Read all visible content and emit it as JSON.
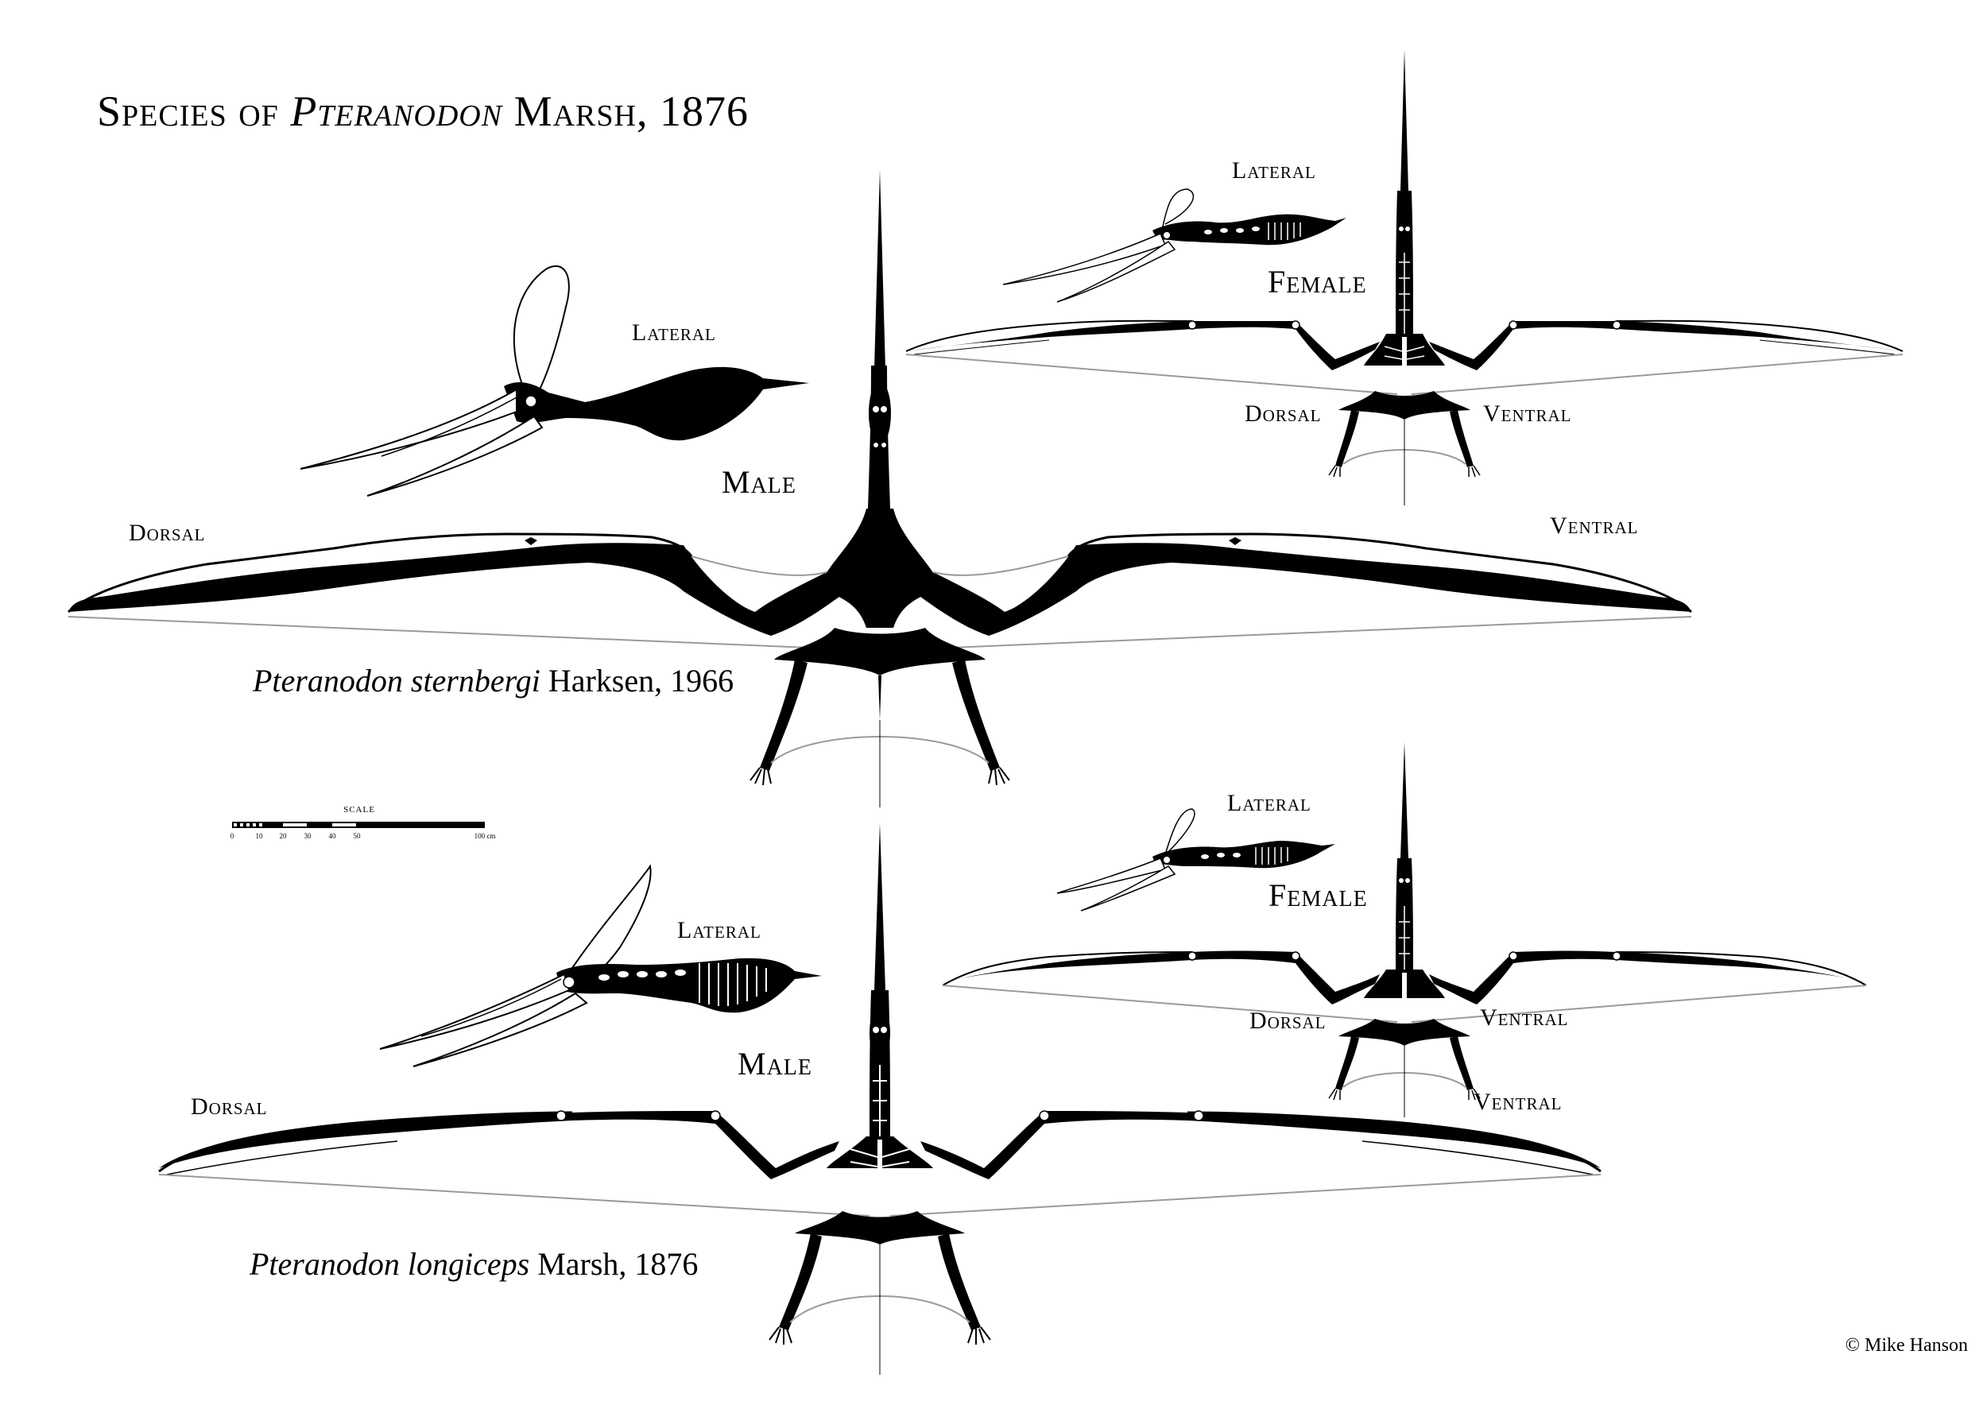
{
  "title": {
    "prefix": "Species of ",
    "genus": "Pteranodon",
    "suffix": " Marsh, 1876"
  },
  "panels": [
    {
      "species_genus": "Pteranodon",
      "species_epithet": "sternbergi",
      "species_author": " Harksen, 1966",
      "male": {
        "sex_label": "Male",
        "lateral_label": "Lateral",
        "dorsal_label": "Dorsal",
        "ventral_label": "Ventral"
      },
      "female": {
        "sex_label": "Female",
        "lateral_label": "Lateral",
        "dorsal_label": "Dorsal",
        "ventral_label": "Ventral"
      }
    },
    {
      "species_genus": "Pteranodon",
      "species_epithet": "longiceps",
      "species_author": " Marsh, 1876",
      "male": {
        "sex_label": "Male",
        "lateral_label": "Lateral",
        "dorsal_label": "Dorsal",
        "ventral_label": "Ventral"
      },
      "female": {
        "sex_label": "Female",
        "lateral_label": "Lateral",
        "dorsal_label": "Dorsal",
        "ventral_label": "Ventral"
      }
    }
  ],
  "scale_bar": {
    "title": "SCALE",
    "ticks": [
      "0",
      "10",
      "20",
      "30",
      "40",
      "50",
      "100 cm"
    ]
  },
  "credit": "© Mike Hanson",
  "colors": {
    "ink": "#000000",
    "paper": "#ffffff",
    "membrane_line": "#9a9a9a"
  }
}
